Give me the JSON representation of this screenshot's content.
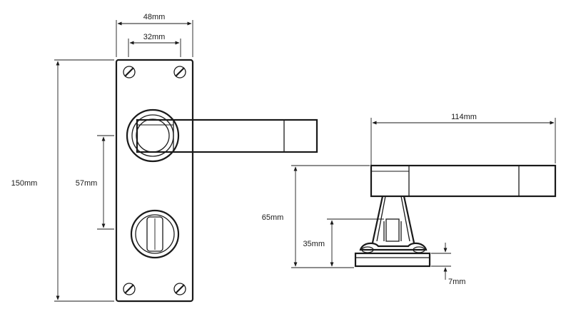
{
  "dimensions": {
    "front_width_outer": "48mm",
    "front_width_inner": "32mm",
    "front_height": "150mm",
    "front_centers": "57mm",
    "side_lever_length": "114mm",
    "side_projection": "65mm",
    "side_spindle_height": "35mm",
    "side_base_thickness": "7mm"
  },
  "colors": {
    "line": "#1a1a1a",
    "background": "#ffffff"
  }
}
